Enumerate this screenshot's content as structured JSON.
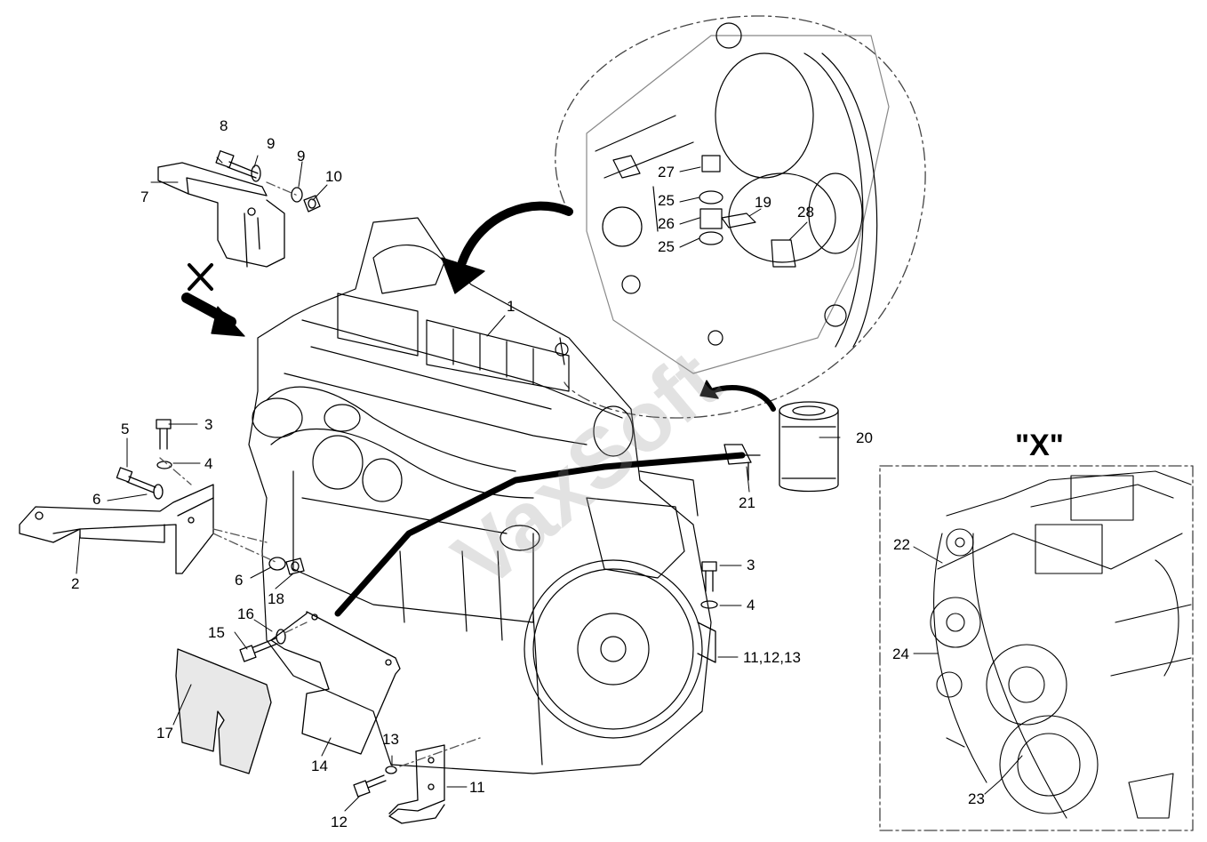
{
  "view_label": "\"X\"",
  "direction_marker": "X",
  "watermark": "VaxSoft",
  "callouts": {
    "c1": "1",
    "c2": "2",
    "c3a": "3",
    "c3b": "3",
    "c4a": "4",
    "c4b": "4",
    "c5": "5",
    "c6a": "6",
    "c6b": "6",
    "c7": "7",
    "c8": "8",
    "c9a": "9",
    "c9b": "9",
    "c10": "10",
    "c11": "11",
    "c11_12_13": "11,12,13",
    "c12": "12",
    "c13": "13",
    "c14": "14",
    "c15": "15",
    "c16": "16",
    "c17": "17",
    "c18": "18",
    "c19": "19",
    "c20": "20",
    "c21": "21",
    "c22": "22",
    "c23": "23",
    "c24": "24",
    "c25a": "25",
    "c25b": "25",
    "c26": "26",
    "c27": "27",
    "c28": "28"
  },
  "colors": {
    "line": "#000000",
    "dash": "#555555",
    "fill": "#ffffff"
  }
}
